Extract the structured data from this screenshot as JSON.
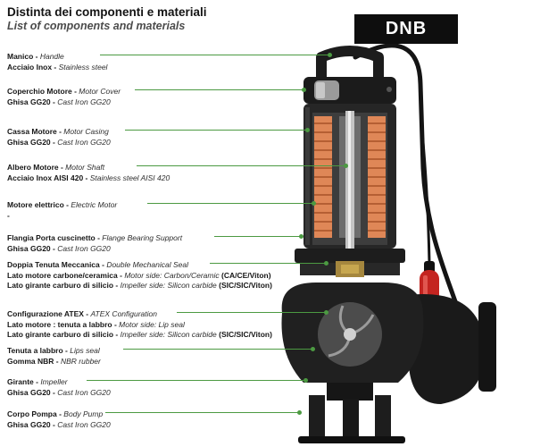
{
  "header": {
    "title": "Distinta dei componenti e materiali",
    "subtitle": "List of components and materials",
    "model": "DNB"
  },
  "colors": {
    "accent_green": "#4c9a42",
    "badge_bg": "#0e0e0e",
    "badge_text": "#ffffff",
    "float_red": "#c42420",
    "winding_orange": "#df8757"
  },
  "labels": [
    {
      "rows": [
        {
          "it": "Manico - ",
          "en": "Handle"
        },
        {
          "it": "Acciaio Inox - ",
          "en": "Stainless steel"
        }
      ]
    },
    {
      "rows": [
        {
          "it": "Coperchio Motore - ",
          "en": "Motor Cover"
        },
        {
          "it": "Ghisa GG20 - ",
          "en": "Cast Iron GG20"
        }
      ]
    },
    {
      "rows": [
        {
          "it": "Cassa Motore - ",
          "en": "Motor Casing"
        },
        {
          "it": "Ghisa GG20 - ",
          "en": "Cast Iron GG20"
        }
      ]
    },
    {
      "rows": [
        {
          "it": "Albero Motore - ",
          "en": "Motor Shaft"
        },
        {
          "it": "Acciaio Inox AISI 420 - ",
          "en": "Stainless steel AISI 420"
        }
      ]
    },
    {
      "rows": [
        {
          "it": "Motore elettrico - ",
          "en": "Electric Motor"
        },
        {
          "it": "-",
          "en": ""
        }
      ]
    },
    {
      "rows": [
        {
          "it": "Flangia Porta cuscinetto - ",
          "en": "Flange Bearing Support"
        },
        {
          "it": "Ghisa GG20 - ",
          "en": "Cast Iron GG20"
        }
      ]
    },
    {
      "rows": [
        {
          "it": "Doppia Tenuta Meccanica - ",
          "en": "Double Mechanical Seal"
        },
        {
          "it": "Lato motore carbone/ceramica - ",
          "en": "Motor side: Carbon/Ceramic ",
          "suf": "(CA/CE/Viton)"
        },
        {
          "it": "Lato girante carburo di silicio - ",
          "en": "Impeller side: Silicon carbide ",
          "suf": "(SIC/SIC/Viton)"
        }
      ]
    },
    {
      "rows": [
        {
          "it": "Configurazione ATEX - ",
          "en": "ATEX Configuration"
        },
        {
          "it": "Lato motore : tenuta a labbro - ",
          "en": "Motor side: Lip seal"
        },
        {
          "it": "Lato girante carburo di silicio - ",
          "en": "Impeller side: Silicon carbide ",
          "suf": "(SIC/SIC/Viton)"
        }
      ]
    },
    {
      "rows": [
        {
          "it": "Tenuta a labbro - ",
          "en": "Lips seal"
        },
        {
          "it": "Gomma NBR - ",
          "en": "NBR rubber"
        }
      ]
    },
    {
      "rows": [
        {
          "it": "Girante - ",
          "en": "Impeller"
        },
        {
          "it": "Ghisa GG20 - ",
          "en": "Cast Iron GG20"
        }
      ]
    },
    {
      "rows": [
        {
          "it": "Corpo Pompa - ",
          "en": "Body Pump"
        },
        {
          "it": "Ghisa GG20 - ",
          "en": "Cast Iron GG20"
        }
      ]
    }
  ]
}
